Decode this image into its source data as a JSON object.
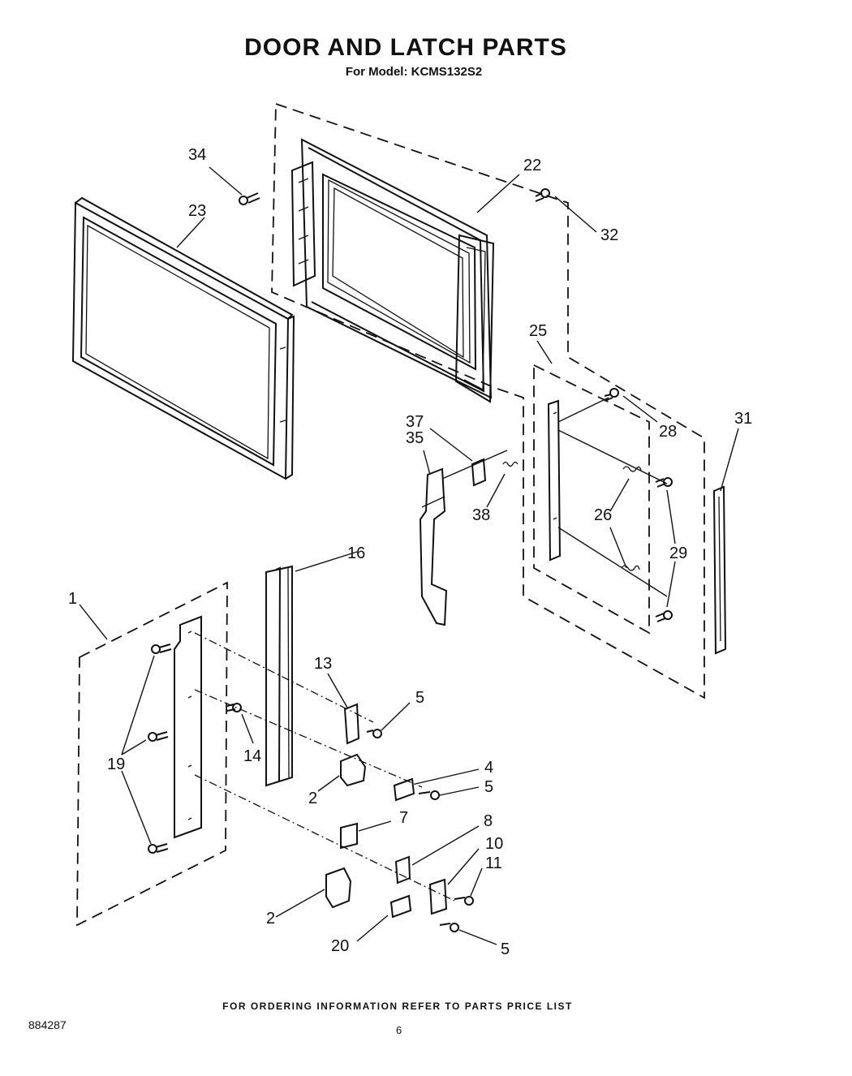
{
  "header": {
    "title": "DOOR AND LATCH PARTS",
    "subtitle": "For Model: KCMS132S2"
  },
  "callouts": {
    "c34": "34",
    "c23": "23",
    "c22": "22",
    "c32": "32",
    "c25": "25",
    "c28": "28",
    "c31": "31",
    "c37": "37",
    "c35": "35",
    "c38": "38",
    "c26": "26",
    "c29": "29",
    "c16": "16",
    "c1": "1",
    "c13": "13",
    "c5a": "5",
    "c19": "19",
    "c14": "14",
    "c4": "4",
    "c5b": "5",
    "c2a": "2",
    "c7": "7",
    "c8": "8",
    "c10": "10",
    "c11": "11",
    "c2b": "2",
    "c20": "20",
    "c5c": "5"
  },
  "footer": {
    "ordering_note": "FOR ORDERING INFORMATION REFER TO PARTS PRICE LIST",
    "doc_number": "884287",
    "page_number": "6"
  }
}
